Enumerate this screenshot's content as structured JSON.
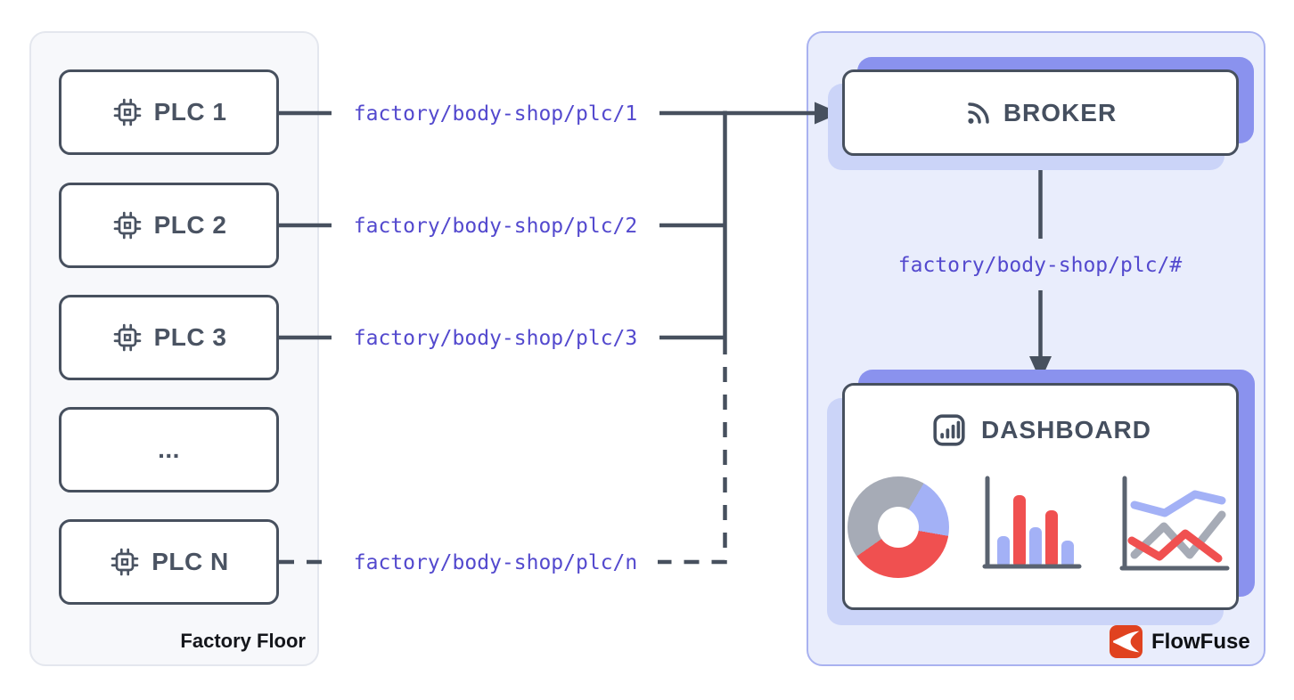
{
  "factory_panel": {
    "label": "Factory Floor",
    "plcs": [
      {
        "label": "PLC 1",
        "topic": "factory/body-shop/plc/1"
      },
      {
        "label": "PLC 2",
        "topic": "factory/body-shop/plc/2"
      },
      {
        "label": "PLC 3",
        "topic": "factory/body-shop/plc/3"
      },
      {
        "label": "...",
        "topic": ""
      },
      {
        "label": "PLC N",
        "topic": "factory/body-shop/plc/n"
      }
    ]
  },
  "broker": {
    "label": "BROKER",
    "subscription_topic": "factory/body-shop/plc/#"
  },
  "dashboard": {
    "label": "DASHBOARD",
    "charts": [
      "donut-chart",
      "bar-chart",
      "line-chart"
    ]
  },
  "brand": {
    "name": "FlowFuse"
  },
  "colors": {
    "line_slate": "#47505e",
    "node_text": "#4a5362",
    "topic_text": "#5349ce",
    "accent_indigo": "#8a92ee",
    "accent_lavender": "#cbd4f8",
    "right_panel_bg": "#e9edfc",
    "right_panel_border": "#a9b2f0",
    "left_panel_bg": "#f7f8fb",
    "chart_red": "#f05050",
    "chart_blue": "#a3b1f6",
    "chart_gray": "#a6abb6",
    "brand_red": "#e0421f"
  }
}
